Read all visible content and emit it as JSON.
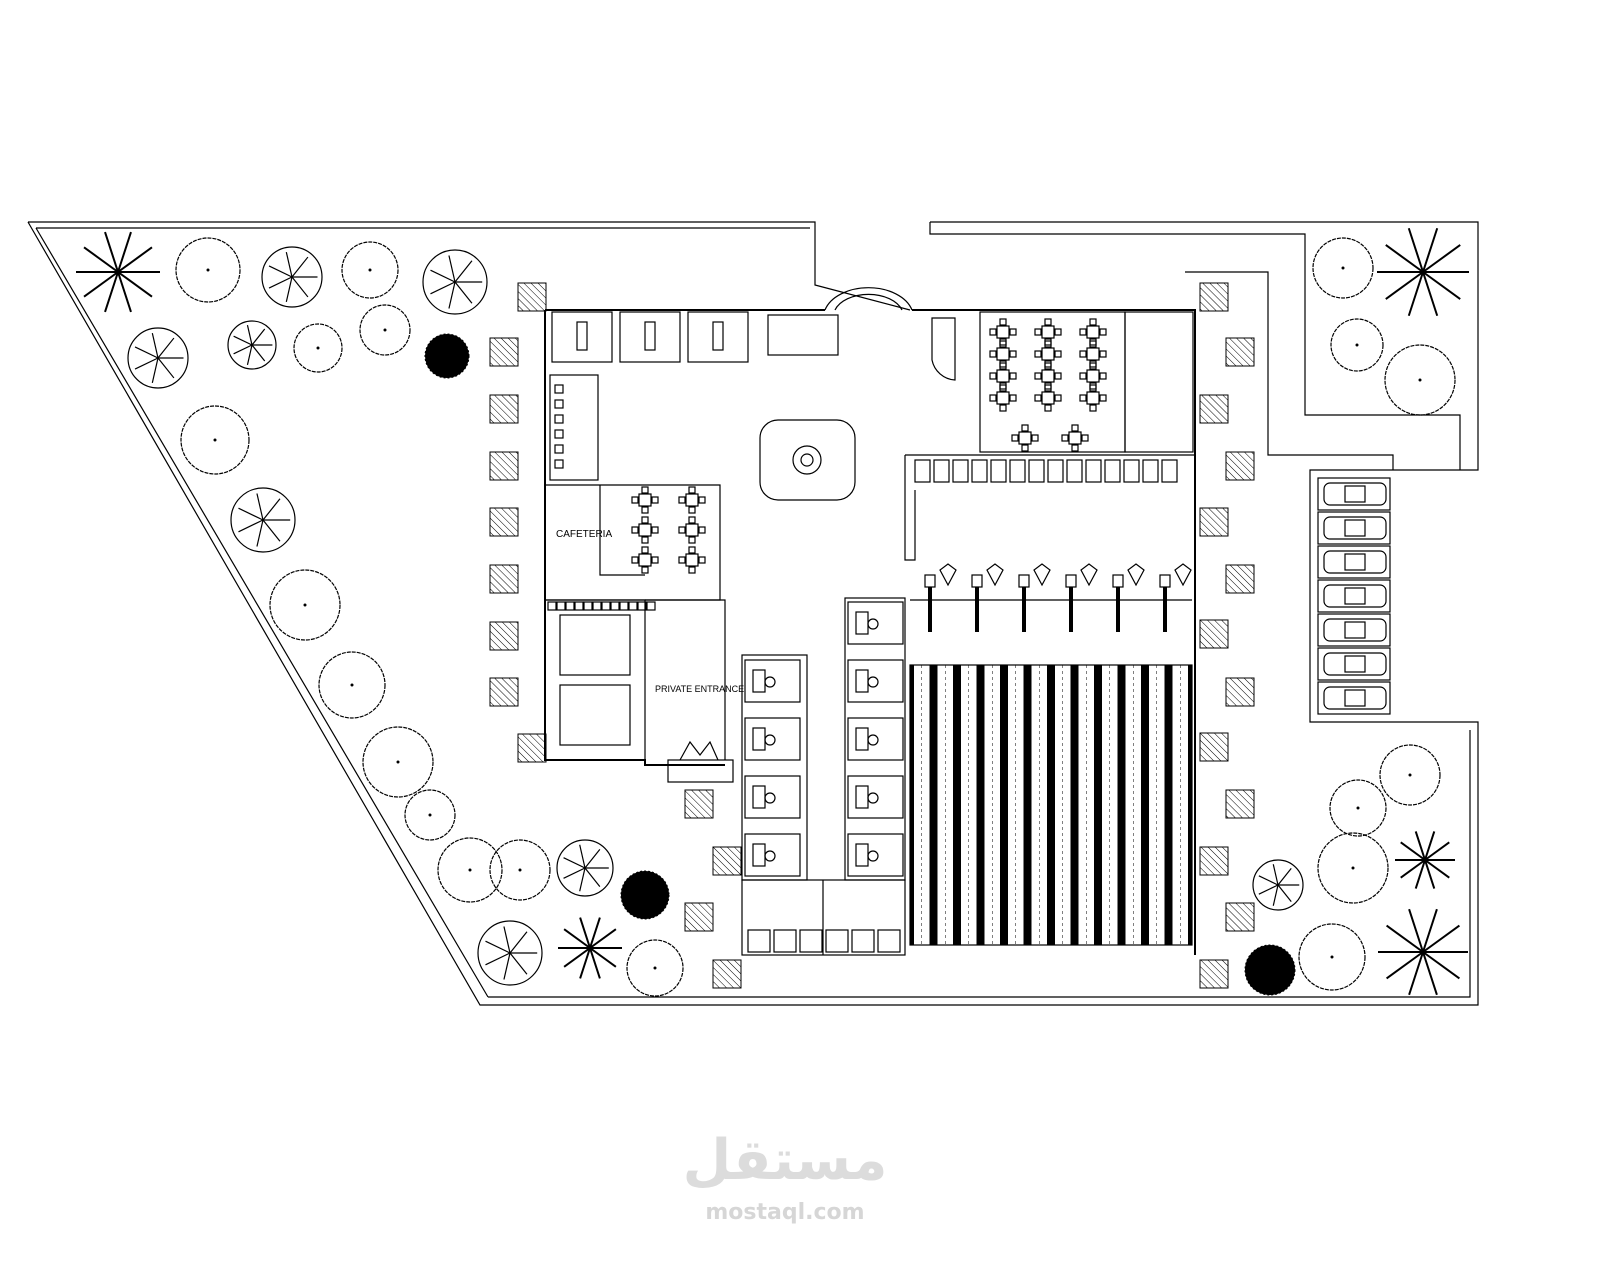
{
  "drawing": {
    "title": "Bowling center site floor plan",
    "labels": {
      "cafeteria": "CAFETERIA",
      "private_entrance": "PRIVATE ENTRANCE"
    },
    "counts": {
      "bowling_lanes": 12,
      "parking_spaces": 7,
      "office_rooms": 9
    },
    "colors": {
      "line": "#000000",
      "background": "#ffffff",
      "watermark": "#dcdcdc"
    }
  },
  "watermark": {
    "arabic": "مستقل",
    "latin": "mostaql.com"
  }
}
